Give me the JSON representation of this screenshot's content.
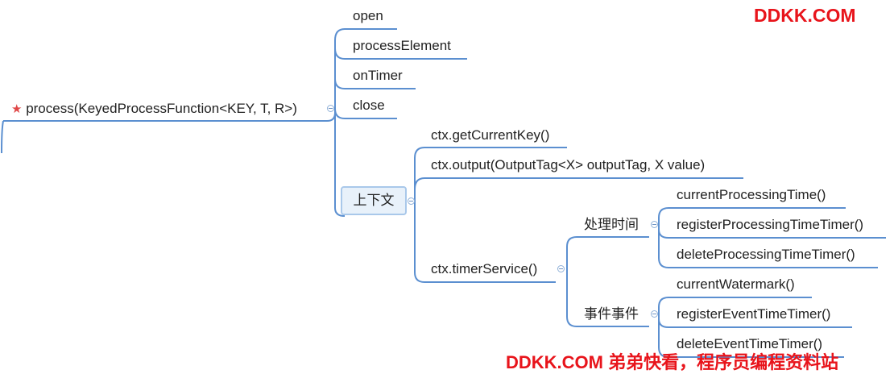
{
  "watermark_top": "DDKK.COM",
  "watermark_bottom": "DDKK.COM 弟弟快看，程序员编程资料站",
  "root": {
    "star_icon": "star-icon",
    "label": "process(KeyedProcessFunction<KEY, T, R>)"
  },
  "methods": [
    "open",
    "processElement",
    "onTimer",
    "close"
  ],
  "context": {
    "label": "上下文",
    "children": [
      "ctx.getCurrentKey()",
      "ctx.output(OutputTag<X>  outputTag, X value)",
      "ctx.timerService()"
    ]
  },
  "timer_service": {
    "processing": {
      "label": "处理时间",
      "items": [
        "currentProcessingTime()",
        "registerProcessingTimeTimer()",
        "deleteProcessingTimeTimer()"
      ]
    },
    "event": {
      "label": "事件事件",
      "items": [
        "currentWatermark()",
        "registerEventTimeTimer()",
        "deleteEventTimeTimer()"
      ]
    }
  },
  "colors": {
    "line": "#5b8fd0",
    "brand": "#e8141b",
    "star": "#e04848"
  }
}
